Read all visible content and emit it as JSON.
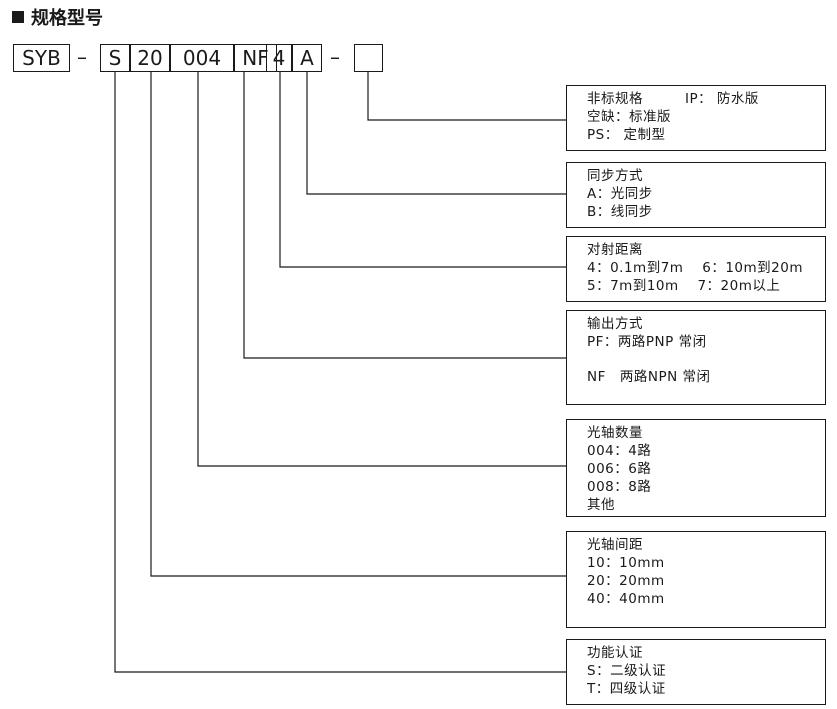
{
  "title": "规格型号",
  "code": {
    "segments": [
      "SYB",
      "S",
      "20",
      "004",
      "NF",
      "4",
      "A",
      ""
    ],
    "dash": "–"
  },
  "boxes": [
    {
      "lines": [
        "非标规格　　　IP： 防水版",
        "空缺：标准版",
        "PS： 定制型"
      ]
    },
    {
      "lines": [
        "同步方式",
        "A：光同步",
        "B：线同步"
      ]
    },
    {
      "lines": [
        "对射距离",
        "4：0.1m到7m　 6：10m到20m",
        "5：7m到10m　 7：20m以上"
      ]
    },
    {
      "lines": [
        "输出方式",
        "PF：两路PNP 常闭",
        "NF　两路NPN 常闭"
      ]
    },
    {
      "lines": [
        "光轴数量",
        "004：4路",
        "006：6路",
        "008：8路",
        "其他"
      ]
    },
    {
      "lines": [
        "光轴间距",
        "10：10mm",
        "20：20mm",
        "40：40mm"
      ]
    },
    {
      "lines": [
        "功能认证",
        "S：二级认证",
        "T：四级认证"
      ]
    }
  ]
}
